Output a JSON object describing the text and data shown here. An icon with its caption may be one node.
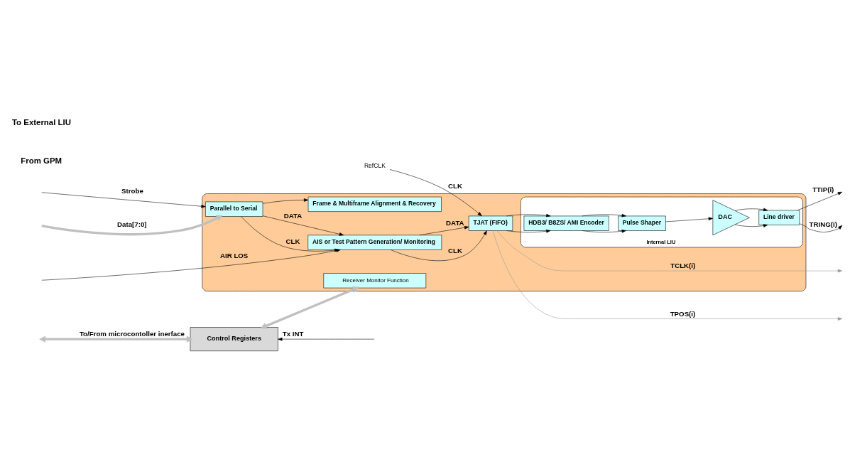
{
  "diagram": {
    "nodes": [
      {
        "text": [
          "Control Registers"
        ]
      },
      {
        "text": [],
        "shape": "box"
      },
      {
        "text": [
          "Receiver Monitor Function"
        ],
        "in": 1
      },
      {
        "text": [
          "Parallel to Serial"
        ],
        "in": 1
      },
      {
        "text": [
          "AIS or Test Pattern Generation/ Monitoring"
        ],
        "in": 1
      },
      {
        "text": [
          "TJAT (FIFO)"
        ],
        "in": 1
      },
      {
        "text": [
          "Internal LIU"
        ],
        "in": 1
      },
      {
        "text": [
          "HDB3/ B8ZS/ AMI Encoder"
        ],
        "in": 6
      },
      {
        "text": [
          "Pulse Shaper"
        ],
        "in": 6
      },
      {
        "text": [
          "DAC"
        ],
        "in": 6
      },
      {
        "text": [
          "Line driver"
        ],
        "in": 6
      },
      {
        "text": [
          "Frame & Multiframe Alignment & Recovery"
        ],
        "in": 1
      },
      {
        "text": [
          "RefCLK"
        ]
      }
    ],
    "edges": [
      {
        "from": null,
        "to": 0,
        "arrow": "both",
        "label": "To/From microcontoller inerface",
        "style": "thick",
        "color": "#c0c0c0"
      },
      {
        "from": 0,
        "to": 2,
        "arrow": "both",
        "style": "thick",
        "color": "#c0c0c0"
      },
      {
        "from": null,
        "to": 0,
        "arrow": "to",
        "label": "Tx INT"
      },
      {
        "from": 12,
        "to": 5,
        "arrow": "to",
        "label": "CLK"
      },
      {
        "from": null,
        "to": 4,
        "arrow": "to",
        "label": "AIR LOS"
      },
      {
        "from": null,
        "to": 3,
        "arrow": "to",
        "label": "Data[7:0]",
        "style": "thick",
        "color": "#c0c0c0"
      },
      {
        "from": null,
        "to": 3,
        "arrow": "to",
        "label": "Strobe"
      },
      {
        "from": 3,
        "to": 4,
        "arrow": "to",
        "label": "CLK"
      },
      {
        "from": 3,
        "to": 4,
        "arrow": "to",
        "label": "DATA"
      },
      {
        "from": 3,
        "to": 11,
        "arrow": "to"
      },
      {
        "from": 4,
        "to": 5,
        "arrow": "to",
        "label": "CLK"
      },
      {
        "from": 4,
        "to": 5,
        "arrow": "to",
        "label": "DATA"
      },
      {
        "from": 5,
        "to": 7,
        "arrow": "to"
      },
      {
        "from": 5,
        "to": 7,
        "arrow": "to"
      },
      {
        "from": 7,
        "to": 8,
        "arrow": "to"
      },
      {
        "from": 7,
        "to": 8,
        "arrow": "to"
      },
      {
        "from": 8,
        "to": 9,
        "arrow": "to"
      },
      {
        "from": 9,
        "to": 10,
        "arrow": "to"
      },
      {
        "from": 9,
        "to": 10,
        "arrow": "to"
      },
      {
        "from": 10,
        "to": null,
        "arrow": "to",
        "label": "TTIP(i)"
      },
      {
        "from": 10,
        "to": null,
        "arrow": "to",
        "label": "TRING(i)"
      },
      {
        "from": 5,
        "to": null,
        "arrow": "to",
        "label": "TPOS(i)",
        "color": "#999999"
      },
      {
        "from": 5,
        "to": null,
        "arrow": "to",
        "label": "TCLK(i)",
        "color": "#999999"
      }
    ],
    "labels": [
      "From GPM",
      "To External LIU"
    ]
  }
}
